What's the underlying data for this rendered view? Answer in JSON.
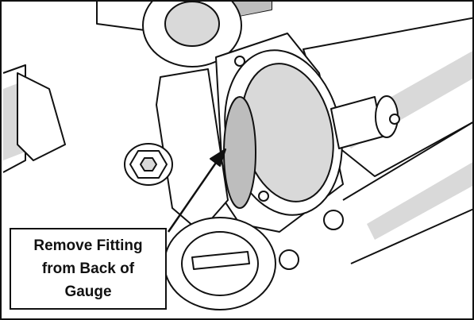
{
  "callout": {
    "lines": [
      "Remove Fitting",
      "from Back of",
      "Gauge"
    ]
  },
  "colors": {
    "line": "#111111",
    "shade_light": "#d9d9d9",
    "shade_dark": "#bdbdbd",
    "background": "#ffffff"
  },
  "icons": {
    "arrow": "callout-arrow",
    "bolt": "hex-socket-bolt"
  }
}
